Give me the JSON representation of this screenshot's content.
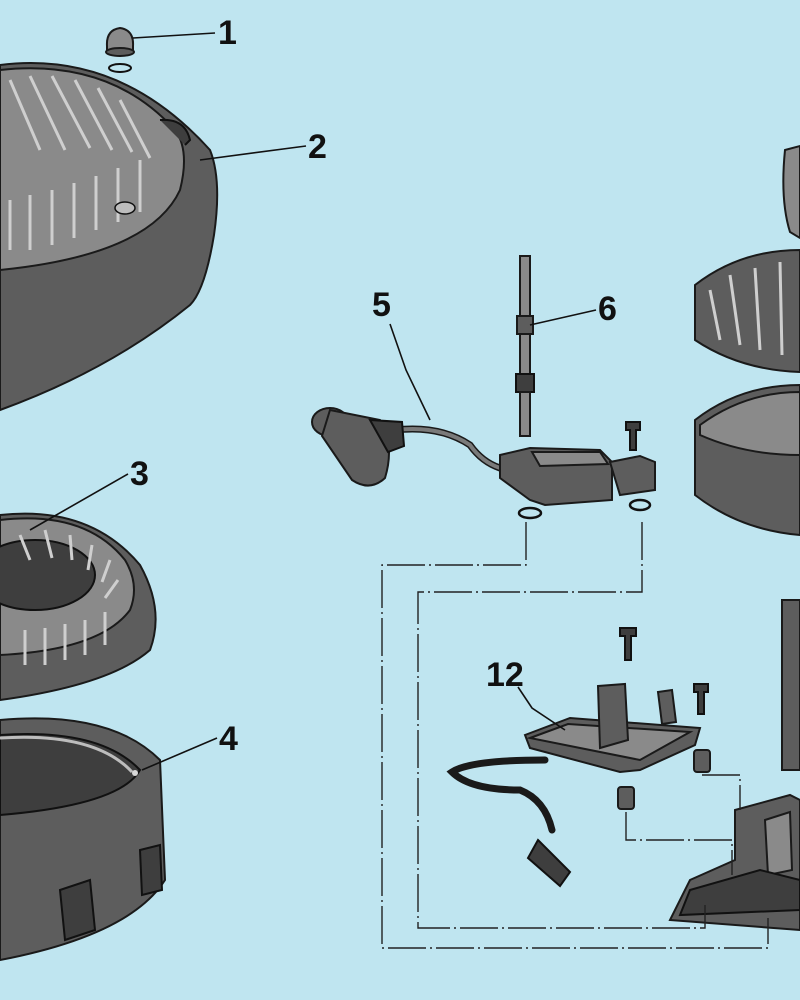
{
  "diagram": {
    "background_color": "#bfe5f0",
    "part_color": "#5d5d5d",
    "callouts": [
      {
        "id": "c1",
        "text": "1"
      },
      {
        "id": "c2",
        "text": "2"
      },
      {
        "id": "c3",
        "text": "3"
      },
      {
        "id": "c4",
        "text": "4"
      },
      {
        "id": "c5",
        "text": "5"
      },
      {
        "id": "c6",
        "text": "6"
      },
      {
        "id": "c12",
        "text": "12"
      }
    ]
  }
}
